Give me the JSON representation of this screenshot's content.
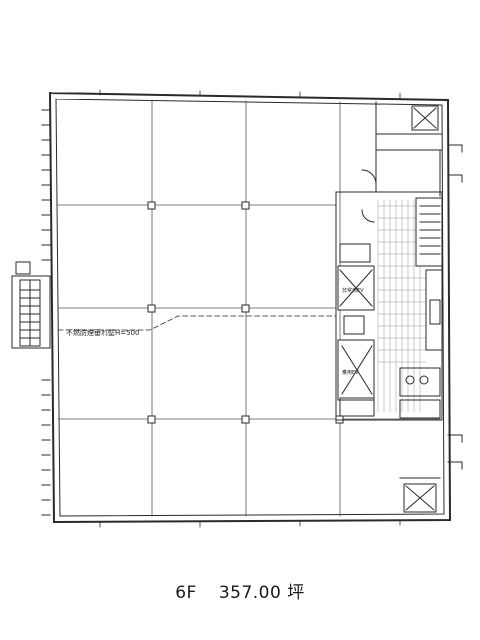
{
  "plan": {
    "partition_note": "不燃防煙垂れ壁H=500",
    "elevator_label_1": "非常用EV",
    "elevator_label_2": "乗用EV"
  },
  "caption": {
    "floor": "6F",
    "area": "357.00",
    "unit": "坪"
  }
}
